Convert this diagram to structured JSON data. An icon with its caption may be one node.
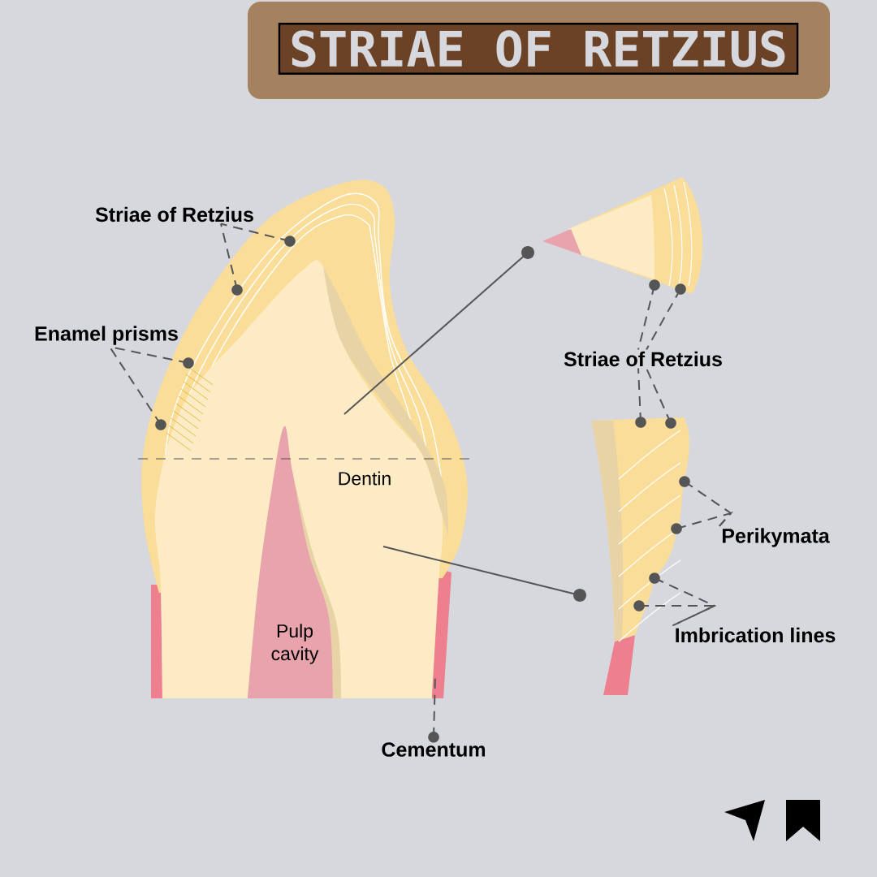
{
  "diagram": {
    "title": "STRIAE OF RETZIUS",
    "nodes": [
      {
        "text": [
          "Striae of Retzius"
        ]
      },
      {
        "text": [
          "Enamel prisms"
        ]
      },
      {
        "text": [],
        "shape": "picture"
      },
      {
        "text": [],
        "shape": "picture"
      },
      {
        "text": [
          "Striae of Retzius"
        ]
      },
      {
        "text": [],
        "shape": "picture"
      },
      {
        "text": [
          "Perikymata"
        ]
      },
      {
        "text": [
          "Imbrication lines"
        ]
      },
      {
        "text": [
          "Cementum"
        ]
      }
    ],
    "edges": [
      {
        "from": 0,
        "to": 2,
        "arrow": "other",
        "style": "dashed"
      },
      {
        "from": 0,
        "to": 2,
        "arrow": "other",
        "style": "dashed"
      },
      {
        "from": 1,
        "to": 2,
        "arrow": "other",
        "style": "dashed"
      },
      {
        "from": 1,
        "to": 2,
        "arrow": "other",
        "style": "dashed"
      },
      {
        "from": 2,
        "to": 3,
        "arrow": "other"
      },
      {
        "from": 2,
        "to": 5,
        "arrow": "other"
      },
      {
        "from": 4,
        "to": 3,
        "arrow": "other",
        "style": "dashed"
      },
      {
        "from": 4,
        "to": 3,
        "arrow": "other",
        "style": "dashed"
      },
      {
        "from": 4,
        "to": 5,
        "arrow": "other",
        "style": "dashed"
      },
      {
        "from": 4,
        "to": 5,
        "arrow": "other",
        "style": "dashed"
      },
      {
        "from": 6,
        "to": 5,
        "arrow": "other",
        "style": "dashed"
      },
      {
        "from": 6,
        "to": 5,
        "arrow": "other",
        "style": "dashed"
      },
      {
        "from": 7,
        "to": 5,
        "arrow": "other",
        "style": "dashed"
      },
      {
        "from": 7,
        "to": 5,
        "arrow": "other",
        "style": "dashed"
      },
      {
        "from": 2,
        "to": 8,
        "arrow": "other",
        "style": "dashed"
      }
    ],
    "labels": [
      "Dentin",
      "Pulp cavity"
    ]
  }
}
